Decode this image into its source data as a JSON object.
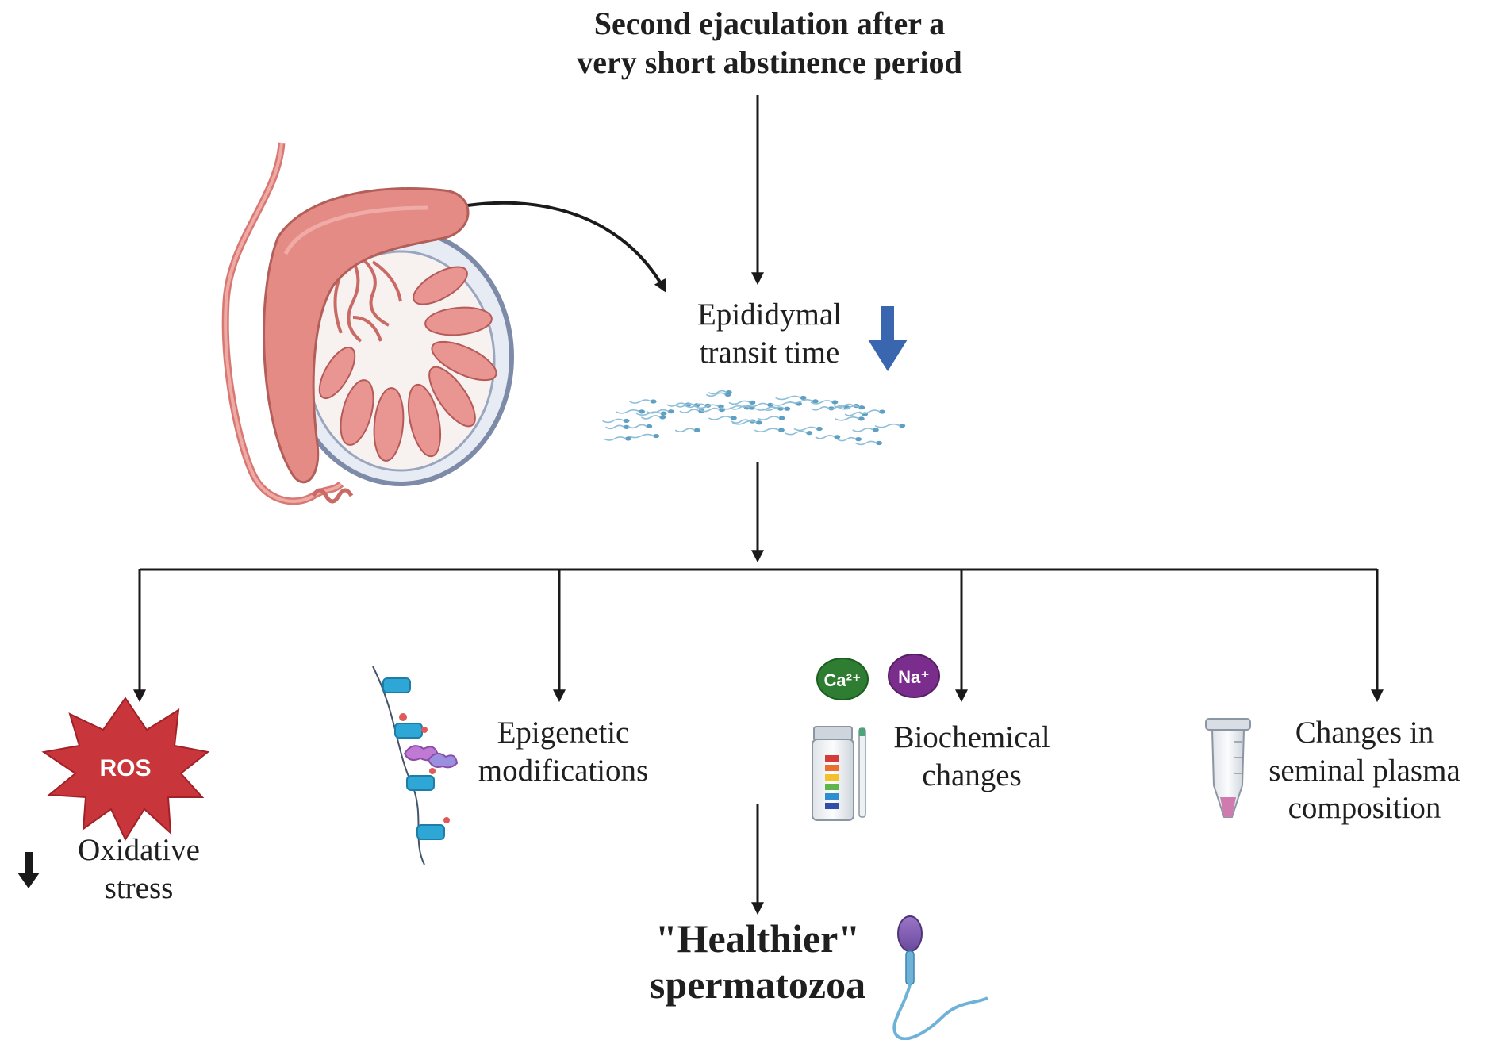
{
  "diagram": {
    "title_line1": "Second ejaculation after a",
    "title_line2": "very short abstinence period",
    "center_line1": "Epididymal",
    "center_line2": "transit time",
    "branches": {
      "oxidative_line1": "Oxidative",
      "oxidative_line2": "stress",
      "epigenetic_line1": "Epigenetic",
      "epigenetic_line2": "modifications",
      "biochemical_line1": "Biochemical",
      "biochemical_line2": "changes",
      "seminal_line1": "Changes in",
      "seminal_line2": "seminal plasma",
      "seminal_line3": "composition"
    },
    "outcome_line1": "\"Healthier\"",
    "outcome_line2": "spermatozoa",
    "ros_label": "ROS",
    "calcium_label": "Ca²⁺",
    "sodium_label": "Na⁺"
  },
  "colors": {
    "arrow": "#1a1a1a",
    "down_arrow_blue": "#3a66b0",
    "ros_red": "#c8353a",
    "calcium_green": "#2e7d32",
    "sodium_purple": "#7b2d8e",
    "testis_pink": "#e58b86",
    "testis_outline": "#7d8ba8",
    "sperm_blue": "#8fbfd8"
  },
  "icons": [
    "testis-epididymis-illustration",
    "sperm-swarm-icon",
    "down-arrow-icon",
    "ros-burst-icon",
    "dna-histone-icon",
    "calcium-ion-icon",
    "sodium-ion-icon",
    "ph-test-strip-icon",
    "sample-tube-icon",
    "spermatozoon-icon"
  ]
}
